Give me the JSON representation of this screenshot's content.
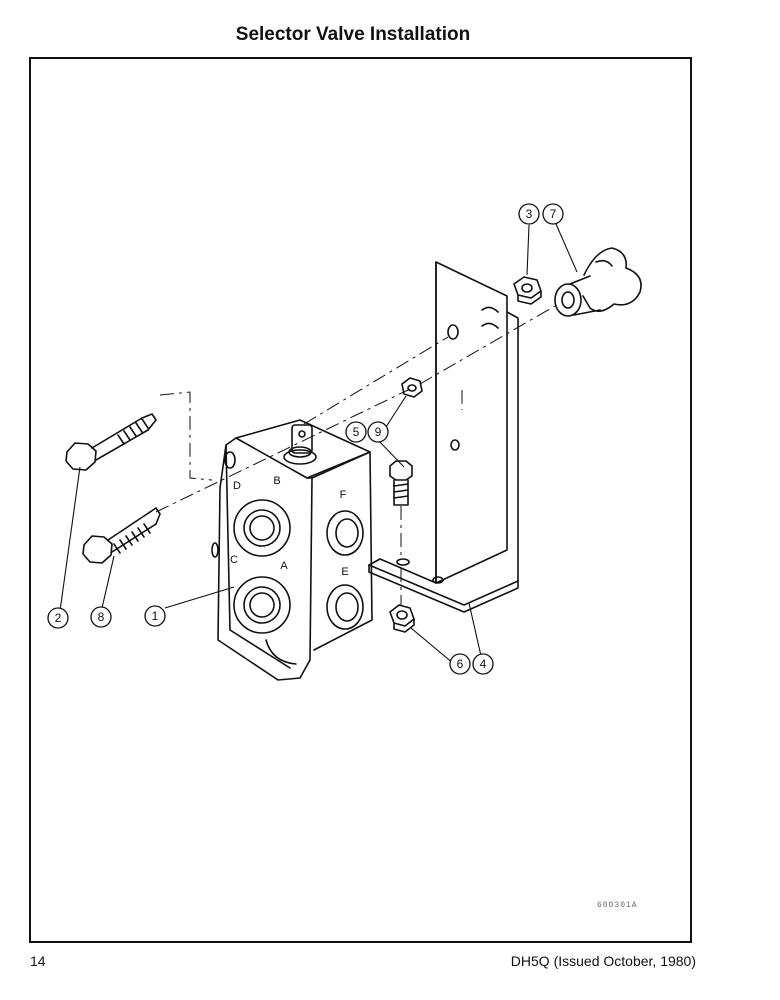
{
  "page": {
    "title": "Selector Valve Installation",
    "page_number": "14",
    "doc_ref": "DH5Q (Issued October, 1980)",
    "figure_code": "600301A"
  },
  "callouts": [
    "3",
    "7",
    "5",
    "9",
    "2",
    "8",
    "1",
    "6",
    "4"
  ],
  "ports": [
    "D",
    "B",
    "F",
    "C",
    "A",
    "E"
  ]
}
